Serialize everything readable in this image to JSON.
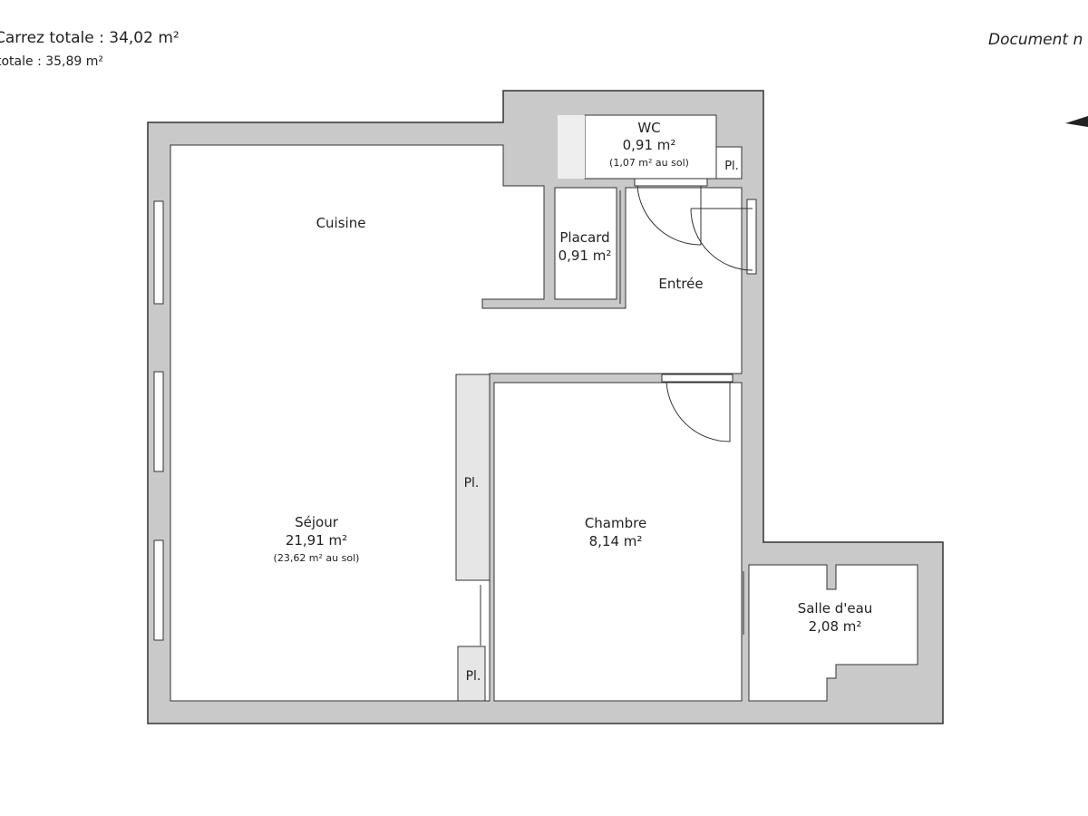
{
  "header": {
    "carrez_total": "Carrez totale :  34,02 m²",
    "surface_totale": "totale :  35,89 m²",
    "document_note": "Document n"
  },
  "rooms": {
    "cuisine": {
      "name": "Cuisine"
    },
    "sejour": {
      "name": "Séjour",
      "area": "21,91 m²",
      "floor_area": "(23,62 m² au sol)"
    },
    "wc": {
      "name": "WC",
      "area": "0,91 m²",
      "floor_area": "(1,07 m² au sol)"
    },
    "placard": {
      "name": "Placard",
      "area": "0,91 m²"
    },
    "entree": {
      "name": "Entrée"
    },
    "chambre": {
      "name": "Chambre",
      "area": "8,14 m²"
    },
    "salle_eau": {
      "name": "Salle d'eau",
      "area": "2,08 m²"
    },
    "closet_labels": [
      "Pl.",
      "Pl.",
      "Pl."
    ]
  },
  "colors": {
    "wall": "#c9c9c9",
    "outline": "#333333",
    "closet": "#e6e6e6"
  }
}
